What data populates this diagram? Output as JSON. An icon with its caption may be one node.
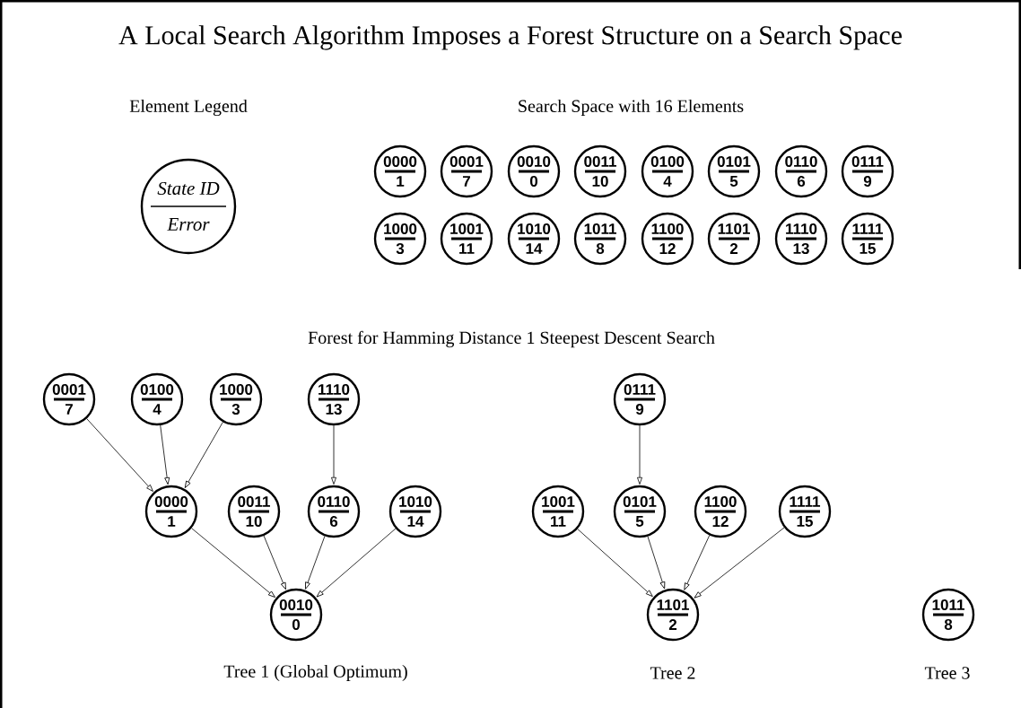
{
  "diagram": {
    "title": "A Local Search Algorithm Imposes a Forest Structure on a Search Space",
    "nodes": [
      {
        "text": [
          "State ID",
          "Error"
        ]
      },
      {
        "text": [
          "0000",
          "1"
        ]
      },
      {
        "text": [
          "0001",
          "7"
        ]
      },
      {
        "text": [
          "0010",
          "0"
        ]
      },
      {
        "text": [
          "0011",
          "10"
        ]
      },
      {
        "text": [
          "0100",
          "4"
        ]
      },
      {
        "text": [
          "0101",
          "5"
        ]
      },
      {
        "text": [
          "0110",
          "6"
        ]
      },
      {
        "text": [
          "0111",
          "9"
        ]
      },
      {
        "text": [
          "1000",
          "3"
        ]
      },
      {
        "text": [
          "1001",
          "11"
        ]
      },
      {
        "text": [
          "1010",
          "14"
        ]
      },
      {
        "text": [
          "1011",
          "8"
        ]
      },
      {
        "text": [
          "1100",
          "12"
        ]
      },
      {
        "text": [
          "1101",
          "2"
        ]
      },
      {
        "text": [
          "1110",
          "13"
        ]
      },
      {
        "text": [
          "1111",
          "15"
        ]
      },
      {
        "text": [
          "0001",
          "7"
        ]
      },
      {
        "text": [
          "0100",
          "4"
        ]
      },
      {
        "text": [
          "1000",
          "3"
        ]
      },
      {
        "text": [
          "1110",
          "13"
        ]
      },
      {
        "text": [
          "0111",
          "9"
        ]
      },
      {
        "text": [
          "0000",
          "1"
        ]
      },
      {
        "text": [
          "0011",
          "10"
        ]
      },
      {
        "text": [
          "0110",
          "6"
        ]
      },
      {
        "text": [
          "1010",
          "14"
        ]
      },
      {
        "text": [
          "1001",
          "11"
        ]
      },
      {
        "text": [
          "0101",
          "5"
        ]
      },
      {
        "text": [
          "1100",
          "12"
        ]
      },
      {
        "text": [
          "1111",
          "15"
        ]
      },
      {
        "text": [
          "0010",
          "0"
        ]
      },
      {
        "text": [
          "1101",
          "2"
        ]
      },
      {
        "text": [
          "1011",
          "8"
        ]
      }
    ],
    "edges": [
      {
        "from": 17,
        "to": 22,
        "arrow": "to"
      },
      {
        "from": 18,
        "to": 22,
        "arrow": "to"
      },
      {
        "from": 19,
        "to": 22,
        "arrow": "to"
      },
      {
        "from": 20,
        "to": 24,
        "arrow": "to"
      },
      {
        "from": 21,
        "to": 27,
        "arrow": "to"
      },
      {
        "from": 22,
        "to": 30,
        "arrow": "to"
      },
      {
        "from": 23,
        "to": 30,
        "arrow": "to"
      },
      {
        "from": 24,
        "to": 30,
        "arrow": "to"
      },
      {
        "from": 25,
        "to": 30,
        "arrow": "to"
      },
      {
        "from": 26,
        "to": 31,
        "arrow": "to"
      },
      {
        "from": 27,
        "to": 31,
        "arrow": "to"
      },
      {
        "from": 28,
        "to": 31,
        "arrow": "to"
      },
      {
        "from": 29,
        "to": 31,
        "arrow": "to"
      }
    ],
    "labels": [
      "Element Legend",
      "Search Space with 16 Elements",
      "Forest for Hamming Distance 1 Steepest Descent Search",
      "Tree 1 (Global Optimum)",
      "Tree 2",
      "Tree 3"
    ]
  }
}
